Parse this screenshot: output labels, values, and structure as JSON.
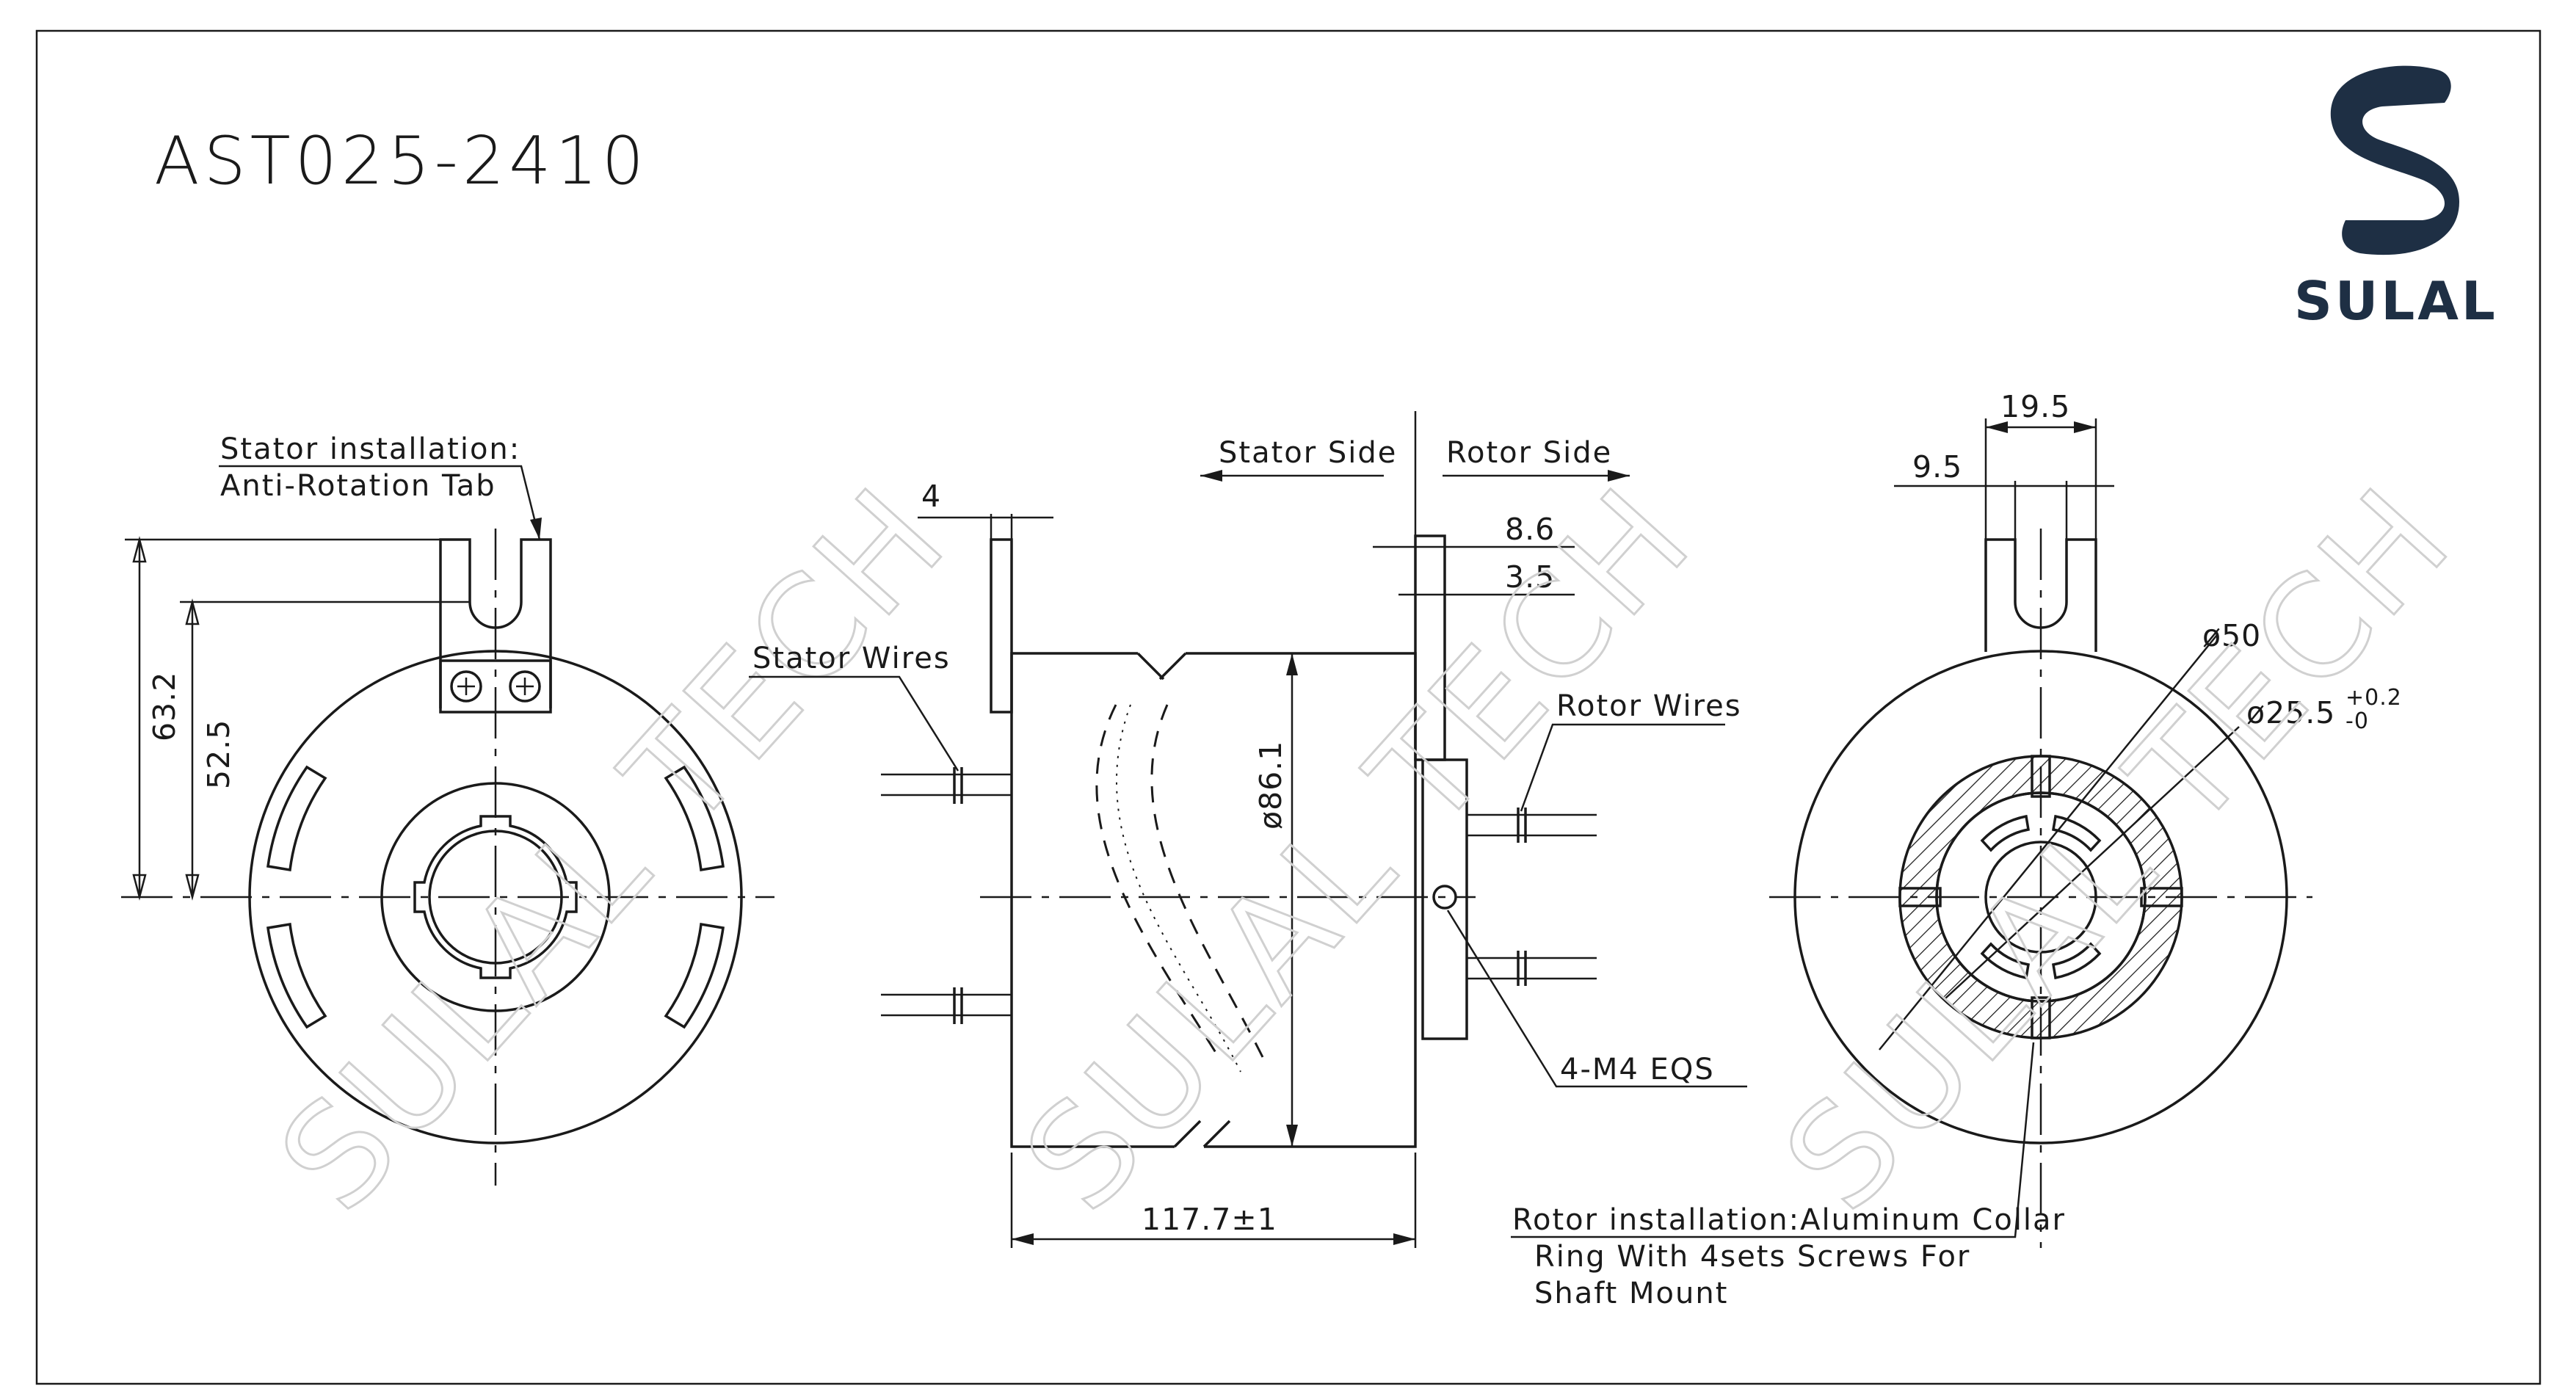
{
  "title": "AST025-2410",
  "brand": {
    "name": "SULAL",
    "color": "#1e2f44",
    "logo_icon": "s-logo-icon"
  },
  "watermark": "SULAL TECH",
  "left_view": {
    "note_line1": "Stator installation:",
    "note_line2": "Anti-Rotation Tab",
    "dim_outer": "63.2",
    "dim_inner": "52.5"
  },
  "middle_view": {
    "stator_side": "Stator Side",
    "rotor_side": "Rotor Side",
    "tab_thickness": "4",
    "stator_wires": "Stator Wires",
    "rotor_wires": "Rotor Wires",
    "dim_diameter": "ø86.1",
    "dim_flange": "8.6",
    "dim_collar": "3.5",
    "dim_length": "117.7±1",
    "screws": "4-M4 EQS"
  },
  "right_view": {
    "dim_top": "19.5",
    "dim_half": "9.5",
    "dim_outer_dia": "ø50",
    "dim_bore_dia": "ø25.5",
    "tol_upper": "+0.2",
    "tol_lower": "-0",
    "note_line1": "Rotor installation:Aluminum Collar",
    "note_line2": "Ring With 4sets Screws For",
    "note_line3": "Shaft Mount"
  }
}
